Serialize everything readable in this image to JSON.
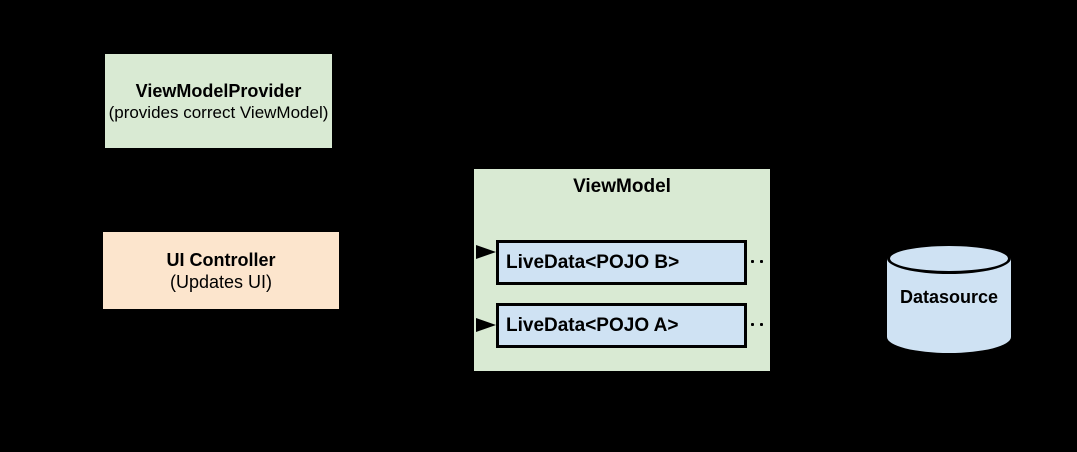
{
  "diagram": {
    "background_color": "#000000",
    "connector_color": "#000000",
    "view_model_provider": {
      "title": "ViewModelProvider",
      "subtitle": "(provides correct ViewModel)",
      "fill": "#d9ead3"
    },
    "ui_controller": {
      "title": "UI Controller",
      "subtitle": "(Updates UI)",
      "fill": "#fce5cd"
    },
    "view_model": {
      "title": "ViewModel",
      "fill": "#d9ead3",
      "item_fill": "#cfe2f3",
      "live_data_items": [
        {
          "label": "LiveData<POJO B>"
        },
        {
          "label": "LiveData<POJO A>"
        }
      ]
    },
    "datasource": {
      "title": "Datasource",
      "fill": "#cfe2f3"
    }
  }
}
